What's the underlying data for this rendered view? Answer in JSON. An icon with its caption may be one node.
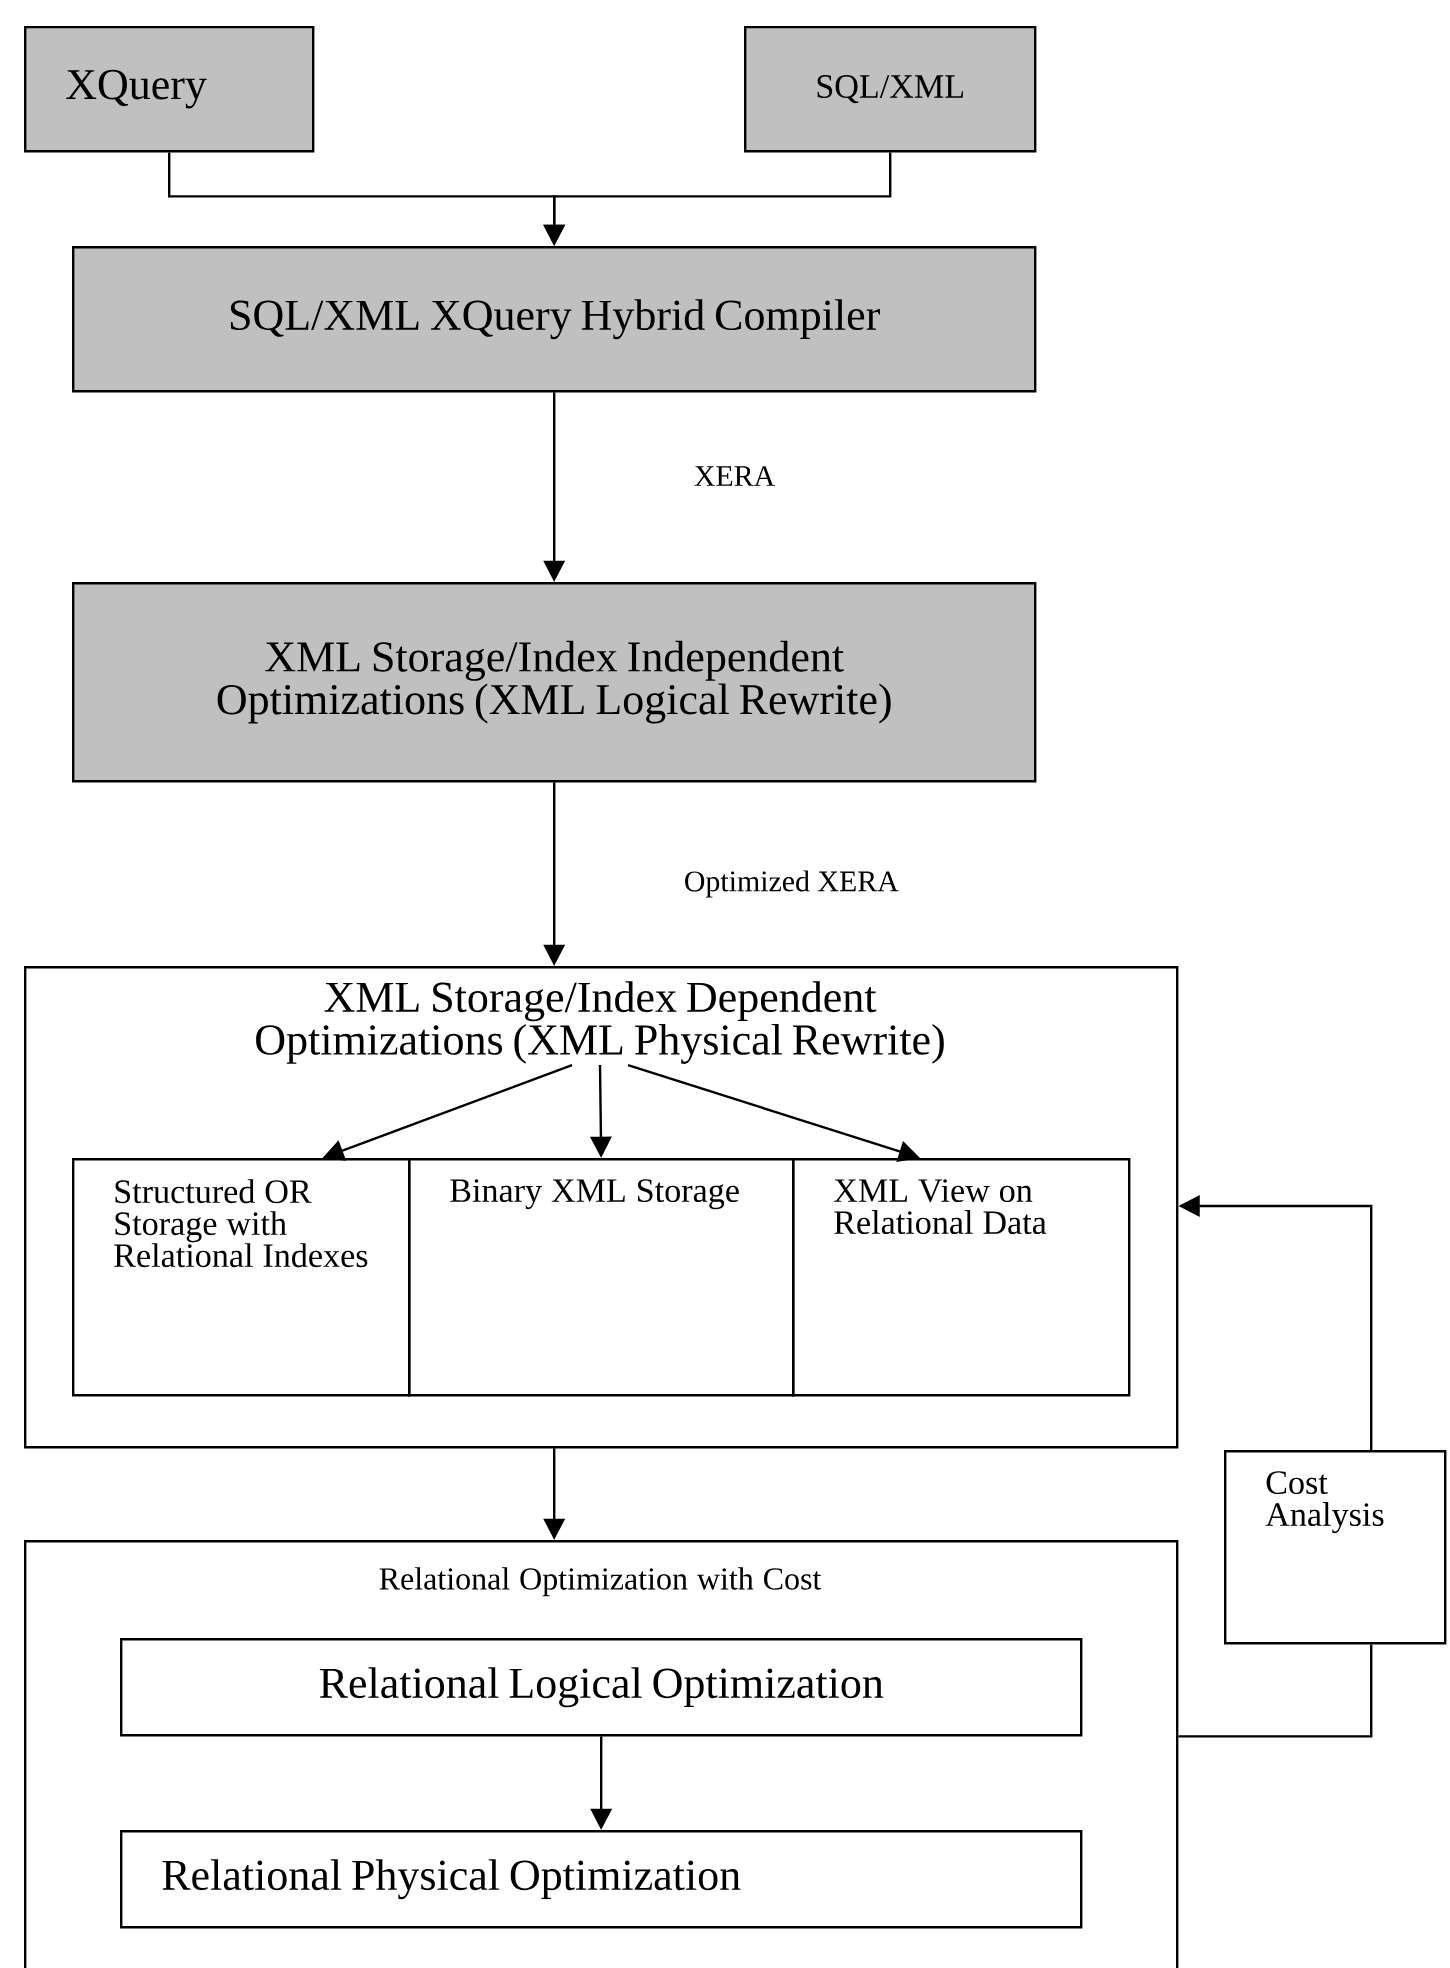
{
  "diagram": {
    "nodes": [
      {
        "text": [
          "XQuery"
        ]
      },
      {
        "text": [
          "SQL/XML"
        ]
      },
      {
        "text": [
          "SQL/XML XQuery Hybrid Compiler"
        ]
      },
      {
        "text": [
          "XML Storage/Index Independent Optimizations (XML Logical Rewrite)"
        ]
      },
      {
        "text": [
          "XML Storage/Index Dependent Optimizations (XML Physical Rewrite)"
        ]
      },
      {
        "text": [
          "Structured OR Storage with Relational Indexes"
        ],
        "in": 4
      },
      {
        "text": [
          "Binary XML Storage"
        ],
        "in": 4
      },
      {
        "text": [
          "XML View on Relational Data"
        ],
        "in": 4
      },
      {
        "text": [
          "Cost Analysis"
        ]
      },
      {
        "text": [
          "Relational Optimization with Cost"
        ]
      },
      {
        "text": [
          "Relational Logical Optimization"
        ],
        "in": 9
      },
      {
        "text": [
          "Relational Physical Optimization"
        ],
        "in": 9
      }
    ],
    "edges": [
      {
        "from": 0,
        "to": 2,
        "arrow": "to"
      },
      {
        "from": 1,
        "to": 2,
        "arrow": "to"
      },
      {
        "from": 2,
        "to": 3,
        "arrow": "to",
        "label": "XERA"
      },
      {
        "from": 3,
        "to": 4,
        "arrow": "to",
        "label": "Optimized XERA"
      },
      {
        "from": 4,
        "to": 5,
        "arrow": "to"
      },
      {
        "from": 4,
        "to": 6,
        "arrow": "to"
      },
      {
        "from": 4,
        "to": 7,
        "arrow": "to"
      },
      {
        "from": 4,
        "to": 9,
        "arrow": "to"
      },
      {
        "from": 10,
        "to": 11,
        "arrow": "to"
      },
      {
        "from": 9,
        "to": 8,
        "arrow": "none"
      },
      {
        "from": 8,
        "to": 4,
        "arrow": "to"
      }
    ]
  }
}
